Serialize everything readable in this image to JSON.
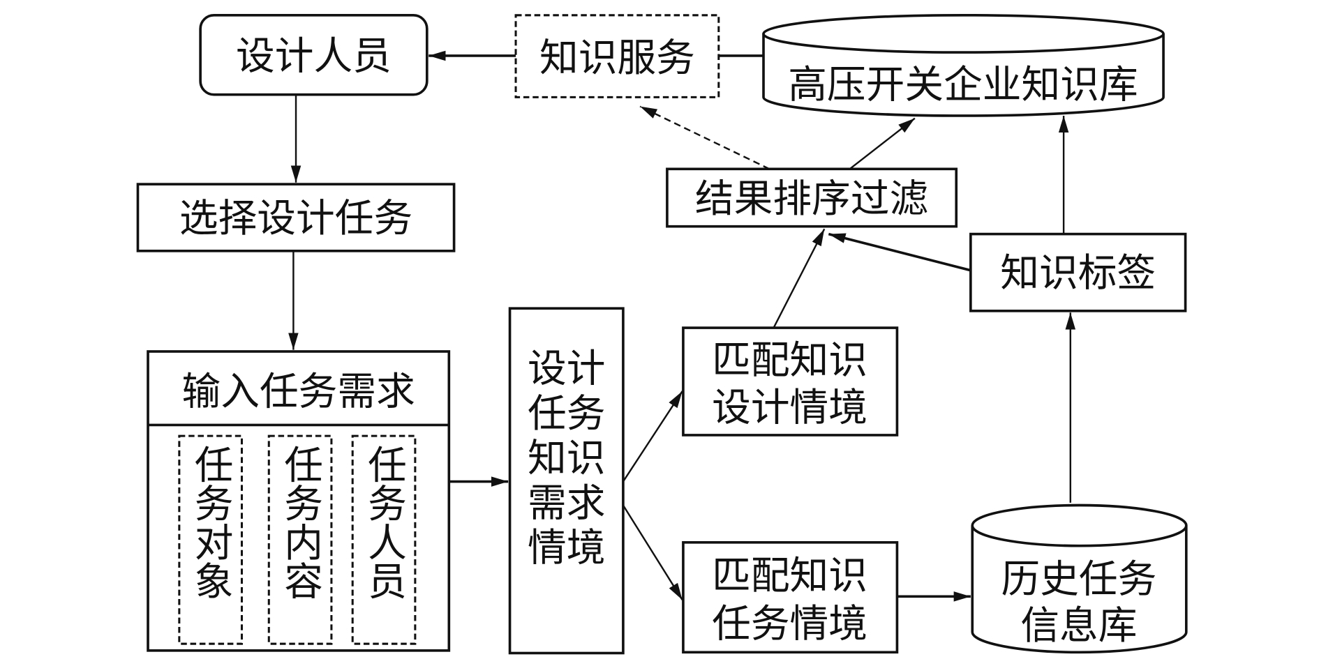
{
  "nodes": {
    "designer": "设计人员",
    "knowledge_service": "知识服务",
    "enterprise_kb": "高压开关企业知识库",
    "select_task": "选择设计任务",
    "input_requirements": "输入任务需求",
    "task_object": "任务对象",
    "task_content": "任务内容",
    "task_personnel": "任务人员",
    "requirement_context": "设计任务知识需求情境",
    "match_design_l1": "匹配知识",
    "match_design_l2": "设计情境",
    "match_task_l1": "匹配知识",
    "match_task_l2": "任务情境",
    "history_db_l1": "历史任务",
    "history_db_l2": "信息库",
    "knowledge_tag": "知识标签",
    "sort_filter": "结果排序过滤"
  }
}
